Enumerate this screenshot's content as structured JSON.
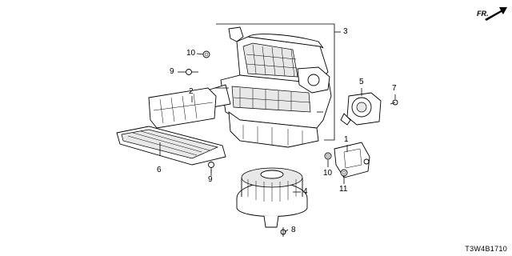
{
  "diagram": {
    "code": "T3W4B1710",
    "direction": "FR.",
    "callouts": [
      {
        "id": "c1",
        "text": "1"
      },
      {
        "id": "c2",
        "text": "2"
      },
      {
        "id": "c3",
        "text": "3"
      },
      {
        "id": "c4",
        "text": "4"
      },
      {
        "id": "c5",
        "text": "5"
      },
      {
        "id": "c6",
        "text": "6"
      },
      {
        "id": "c7",
        "text": "7"
      },
      {
        "id": "c8",
        "text": "8"
      },
      {
        "id": "c9a",
        "text": "9"
      },
      {
        "id": "c9b",
        "text": "9"
      },
      {
        "id": "c10a",
        "text": "10"
      },
      {
        "id": "c10b",
        "text": "10"
      },
      {
        "id": "c11",
        "text": "11"
      }
    ]
  }
}
